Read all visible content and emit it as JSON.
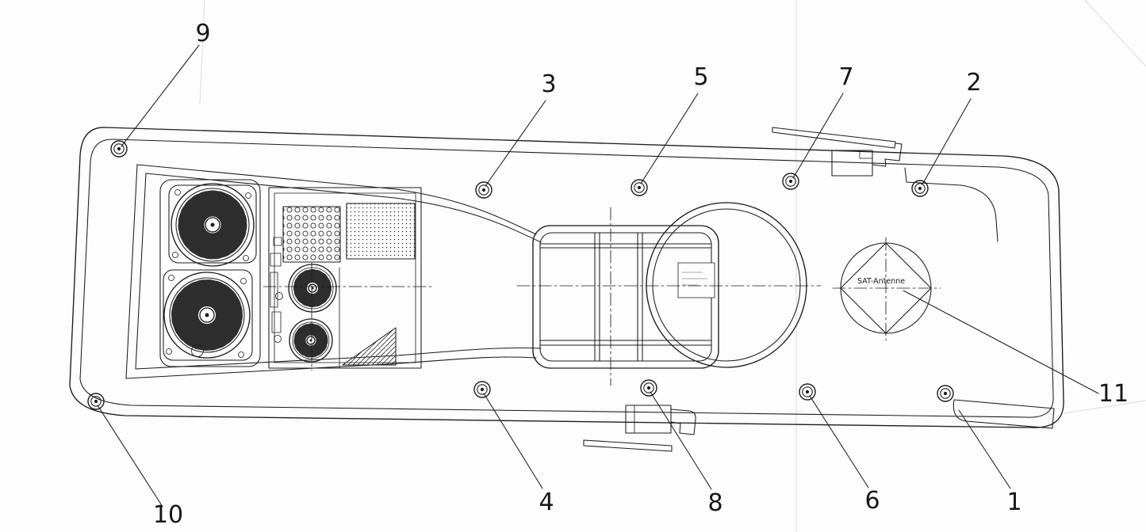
{
  "diagram": {
    "paper_color": "#fdfdfd",
    "ink_color": "#1b1b1b",
    "sat_antenna_label": "SAT-Antenne",
    "callouts": [
      {
        "label": "1"
      },
      {
        "label": "2"
      },
      {
        "label": "3"
      },
      {
        "label": "4"
      },
      {
        "label": "5"
      },
      {
        "label": "6"
      },
      {
        "label": "7"
      },
      {
        "label": "8"
      },
      {
        "label": "9"
      },
      {
        "label": "10"
      },
      {
        "label": "11"
      }
    ]
  }
}
